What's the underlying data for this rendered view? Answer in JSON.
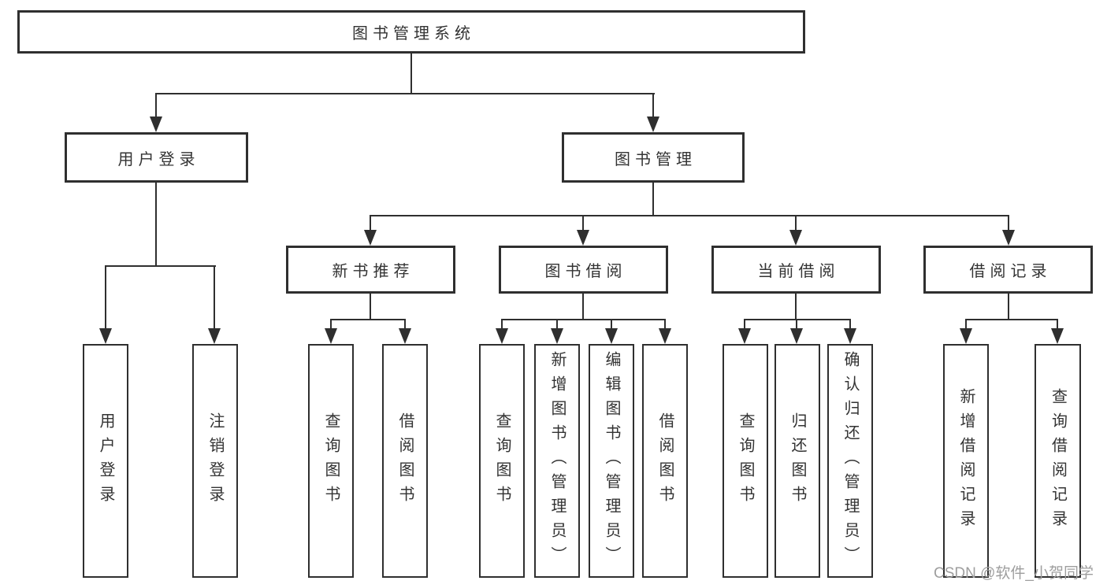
{
  "colors": {
    "line": "#2f2f2f",
    "border": "#2f2f2f",
    "text": "#333333",
    "box_fill": "#ffffff",
    "watermark": "#9e9e9e",
    "background": "#ffffff"
  },
  "diagram": {
    "root": {
      "label": "图书管理系统"
    },
    "level2": [
      {
        "label": "用户登录"
      },
      {
        "label": "图书管理"
      }
    ],
    "level3": [
      {
        "label": "新书推荐"
      },
      {
        "label": "图书借阅"
      },
      {
        "label": "当前借阅"
      },
      {
        "label": "借阅记录"
      }
    ],
    "leaves": {
      "user_login": [
        {
          "label": "用户登录"
        },
        {
          "label": "注销登录"
        }
      ],
      "new_book_recommend": [
        {
          "label": "查询图书"
        },
        {
          "label": "借阅图书"
        }
      ],
      "book_borrow": [
        {
          "label": "查询图书"
        },
        {
          "label": "新增图书（管理员）"
        },
        {
          "label": "编辑图书（管理员）"
        },
        {
          "label": "借阅图书"
        }
      ],
      "current_borrow": [
        {
          "label": "查询图书"
        },
        {
          "label": "归还图书"
        },
        {
          "label": "确认归还（管理员）"
        }
      ],
      "borrow_records": [
        {
          "label": "新增借阅记录"
        },
        {
          "label": "查询借阅记录"
        }
      ]
    }
  },
  "watermark": {
    "text": "CSDN @软件_小贺同学"
  }
}
